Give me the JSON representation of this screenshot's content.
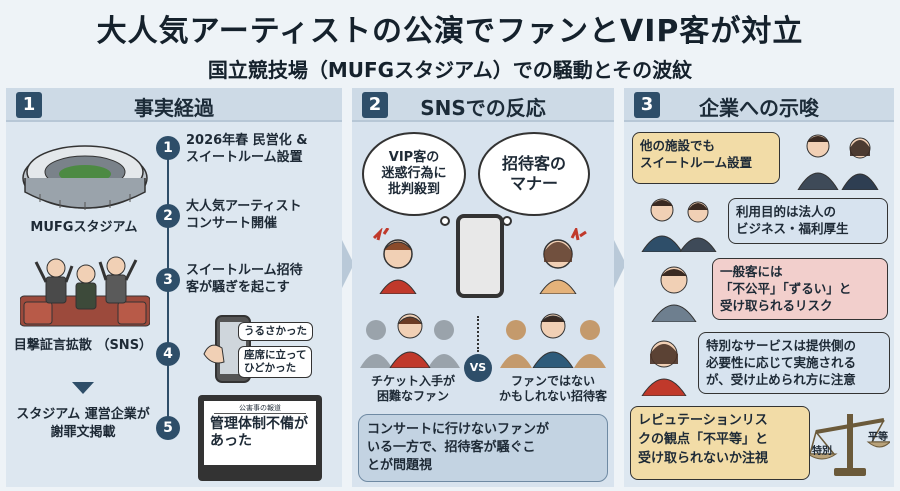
{
  "header": {
    "title": "大人気アーティストの公演でファンとVIP客が対立",
    "subtitle": "国立競技場（MUFGスタジアム）での騒動とその波紋"
  },
  "panel1": {
    "num": "1",
    "title": "事実経過",
    "stadium_label": "MUFGスタジアム",
    "witness_label": "目撃証言拡散\n（SNS）",
    "apology_label": "スタジアム\n運営企業が\n謝罪文掲載",
    "steps": [
      {
        "num": "1",
        "text": "2026年春 民営化 &\nスイートルーム設置"
      },
      {
        "num": "2",
        "text": "大人気アーティスト\nコンサート開催"
      },
      {
        "num": "3",
        "text": "スイートルーム招待\n客が騒ぎを起こす"
      },
      {
        "num": "4",
        "text": ""
      },
      {
        "num": "5",
        "text": ""
      }
    ],
    "sns_bubbles": [
      "うるさかった",
      "座席に立って\nひどかった"
    ],
    "news_small": "公害事の報道",
    "news_main": "管理体制不備が\nあった"
  },
  "panel2": {
    "num": "2",
    "title": "SNSでの反応",
    "cloud_left": "VIP客の\n迷惑行為に\n批判殺到",
    "cloud_right": "招待客の\nマナー",
    "vs": "VS",
    "group_left": "チケット入手が\n困難なファン",
    "group_right": "ファンではない\nかもしれない招待客",
    "bottom": "コンサートに行けないファンが\nいる一方で、招待客が騒ぐこ\nとが問題視"
  },
  "panel3": {
    "num": "3",
    "title": "企業への示唆",
    "boxes": [
      "他の施設でも\nスイートルーム設置",
      "利用目的は法人の\nビジネス・福利厚生",
      "一般客には\n「不公平」「ずるい」と\n受け取られるリスク",
      "特別なサービスは提供側の\n必要性に応じて実施される\nが、受け止められ方に注意",
      "レピュテーションリス\nクの観点「不平等」と\n受け取られないか注視"
    ],
    "scale_left": "特別",
    "scale_right": "平等"
  }
}
